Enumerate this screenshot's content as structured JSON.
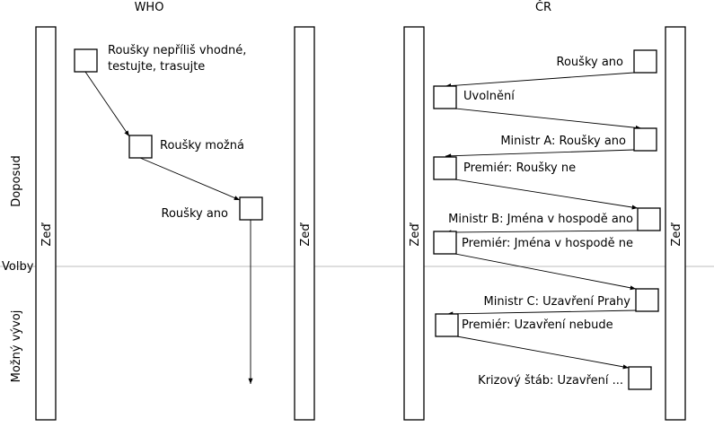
{
  "headers": {
    "who": "WHO",
    "cr": "ČR"
  },
  "phases": {
    "past": "Doposud",
    "divider": "Volby",
    "future": "Možný vývoj"
  },
  "wall_label": "Zeď",
  "who_events": [
    {
      "line1": "Roušky nepříliš vhodné,",
      "line2": "testujte, trasujte"
    },
    {
      "line1": "Roušky možná"
    },
    {
      "line1": "Roušky ano"
    }
  ],
  "cr_events": [
    "Roušky ano",
    "Uvolnění",
    "Ministr A: Roušky ano",
    "Premiér: Roušky ne",
    "Ministr B: Jména v hospodě ano",
    "Premiér: Jména v hospodě ne",
    "Ministr C: Uzavření Prahy",
    "Premiér: Uzavření nebude",
    "Krizový štáb: Uzavření ..."
  ]
}
